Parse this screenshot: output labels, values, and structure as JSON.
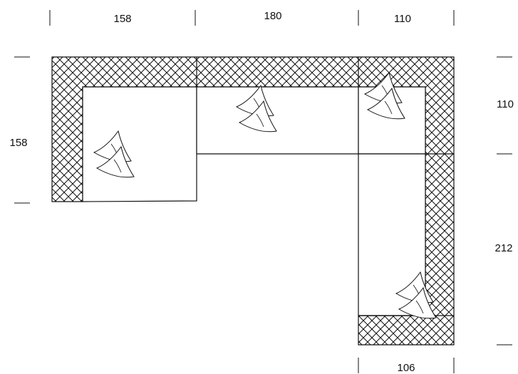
{
  "dimensions": {
    "top": [
      "158",
      "180",
      "110"
    ],
    "left": "158",
    "right": [
      "110",
      "212"
    ],
    "bottom": "106"
  },
  "colors": {
    "line": "#111111",
    "background": "#ffffff"
  },
  "pillow_icon": "pillow-pair-icon"
}
